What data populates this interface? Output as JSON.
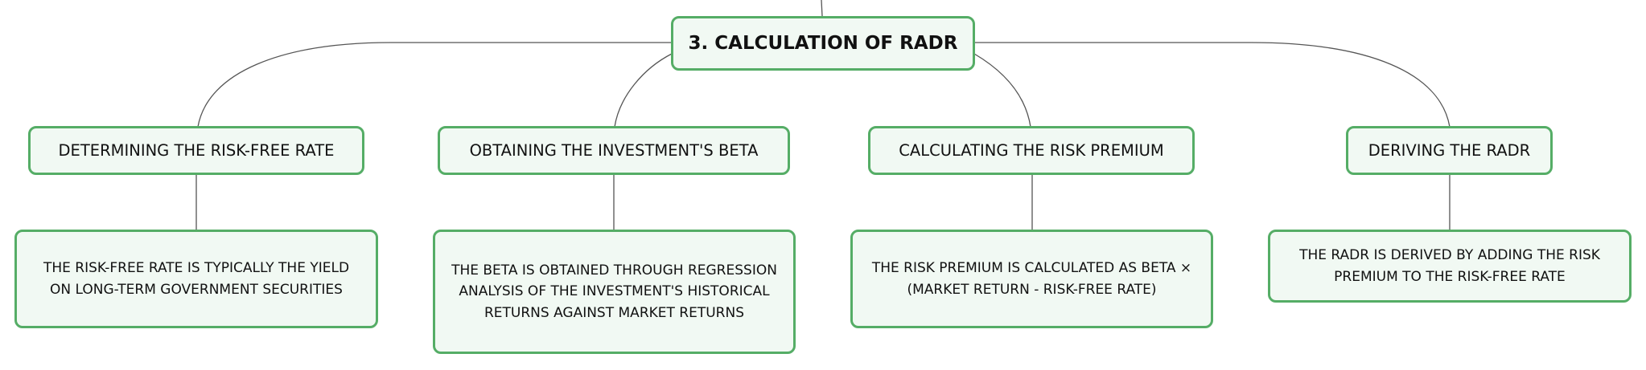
{
  "diagram": {
    "root": {
      "label": "3. CALCULATION OF RADR"
    },
    "branches": [
      {
        "label": "DETERMINING THE RISK-FREE RATE",
        "detail": "THE RISK-FREE RATE IS TYPICALLY THE YIELD ON LONG-TERM GOVERNMENT SECURITIES"
      },
      {
        "label": "OBTAINING THE INVESTMENT'S BETA",
        "detail": "THE BETA IS OBTAINED THROUGH REGRESSION ANALYSIS OF THE INVESTMENT'S HISTORICAL RETURNS AGAINST MARKET RETURNS"
      },
      {
        "label": "CALCULATING THE RISK PREMIUM",
        "detail": "THE RISK PREMIUM IS CALCULATED AS BETA × (MARKET RETURN - RISK-FREE RATE)"
      },
      {
        "label": "DERIVING THE RADR",
        "detail": "THE RADR IS DERIVED BY ADDING THE RISK PREMIUM TO THE RISK-FREE RATE"
      }
    ],
    "colors": {
      "node_border": "#55ad66",
      "node_fill": "#f1f9f3",
      "connector": "#555555"
    }
  }
}
